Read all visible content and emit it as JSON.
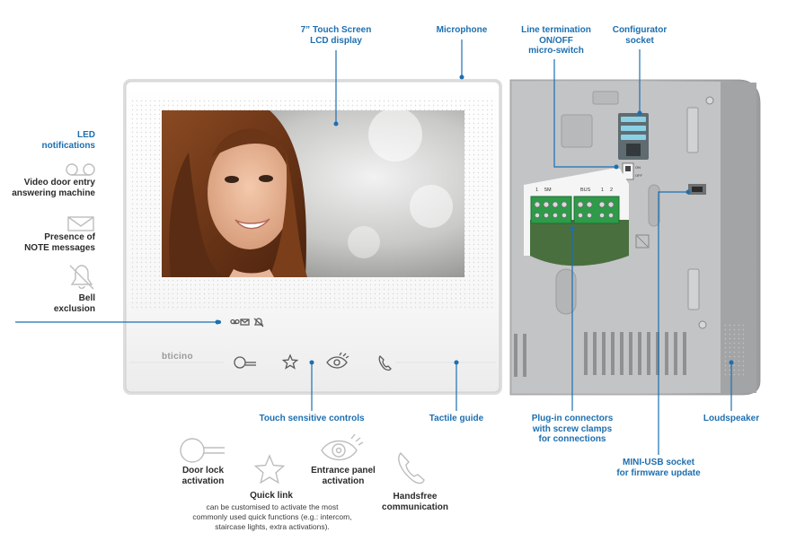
{
  "labels": {
    "touch_screen": [
      "7” Touch Screen",
      "LCD display"
    ],
    "microphone": "Microphone",
    "line_termination": [
      "Line termination",
      "ON/OFF",
      "micro-switch"
    ],
    "configurator": [
      "Configurator",
      "socket"
    ],
    "led_notifications": [
      "LED",
      "notifications"
    ],
    "video_door_entry": [
      "Video door entry",
      "answering machine"
    ],
    "note_messages": [
      "Presence of",
      "NOTE messages"
    ],
    "bell_exclusion": [
      "Bell",
      "exclusion"
    ],
    "touch_controls": "Touch sensitive controls",
    "tactile_guide": "Tactile guide",
    "plug_in": [
      "Plug-in connectors",
      "with screw clamps",
      "for connections"
    ],
    "loudspeaker": "Loudspeaker",
    "mini_usb": [
      "MINI-USB socket",
      "for firmware update"
    ],
    "door_lock": [
      "Door lock",
      "activation"
    ],
    "entrance_panel": [
      "Entrance panel",
      "activation"
    ],
    "quick_link": "Quick link",
    "quick_link_desc": [
      "can be customised to activate the most",
      "commonly used quick functions (e.g.: intercom,",
      "staircase lights, extra activations)."
    ],
    "handsfree": [
      "Handsfree",
      "communication"
    ]
  },
  "device": {
    "brand": "bticino",
    "terminal_labels": [
      "1",
      "5M",
      "BUS",
      "1",
      "2"
    ],
    "switch_labels": [
      "ON",
      "OFF"
    ]
  },
  "colors": {
    "accent_blue": "#1d6fb0",
    "housing_grey": "#a9abad",
    "panel_white": "#fbfbfb",
    "connector_green": "#2f9a4a"
  },
  "icons": [
    "answering-machine-icon",
    "envelope-icon",
    "bell-off-icon",
    "key-icon",
    "star-icon",
    "eye-icon",
    "phone-icon"
  ]
}
